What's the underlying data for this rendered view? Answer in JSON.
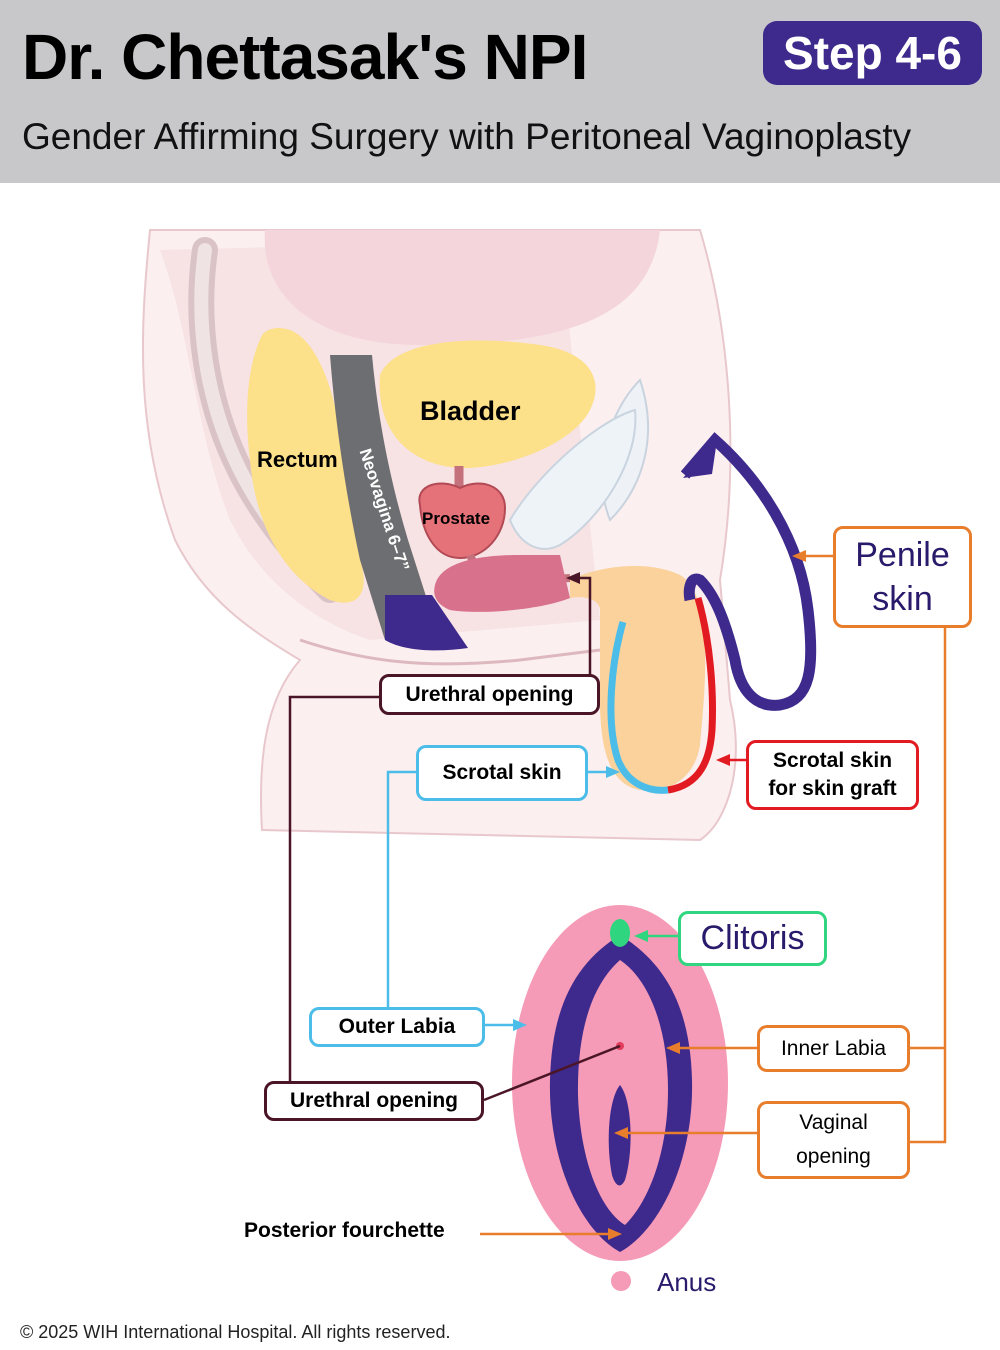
{
  "header": {
    "title": "Dr. Chettasak's NPI",
    "step_badge": "Step 4-6",
    "subtitle": "Gender Affirming Surgery with Peritoneal Vaginoplasty"
  },
  "anatomy": {
    "bladder": "Bladder",
    "rectum": "Rectum",
    "neovagina": "Neovagina 6–7”",
    "prostate": "Prostate"
  },
  "callouts": {
    "penile_skin_line1": "Penile",
    "penile_skin_line2": "skin",
    "urethral_opening_top": "Urethral opening",
    "scrotal_skin": "Scrotal skin",
    "scrotal_graft_line1": "Scrotal skin",
    "scrotal_graft_line2": "for skin graft",
    "clitoris": "Clitoris",
    "outer_labia": "Outer Labia",
    "inner_labia": "Inner Labia",
    "urethral_opening_bottom": "Urethral opening",
    "vaginal_opening_line1": "Vaginal",
    "vaginal_opening_line2": "opening",
    "posterior_fourchette": "Posterior fourchette",
    "anus": "Anus"
  },
  "footer": {
    "copyright": "© 2025 WIH International Hospital. All rights reserved."
  },
  "colors": {
    "header_bg": "#c8c8ca",
    "badge_bg": "#3e2a8c",
    "purple": "#3e2a8c",
    "orange": "#e87d2c",
    "blue": "#4cbde9",
    "red": "#e21b22",
    "green": "#2fd67f",
    "maroon": "#4a1526",
    "pink": "#f59ab7",
    "organ_yellow": "#fde08a",
    "tissue_pink": "#f6dde0"
  }
}
